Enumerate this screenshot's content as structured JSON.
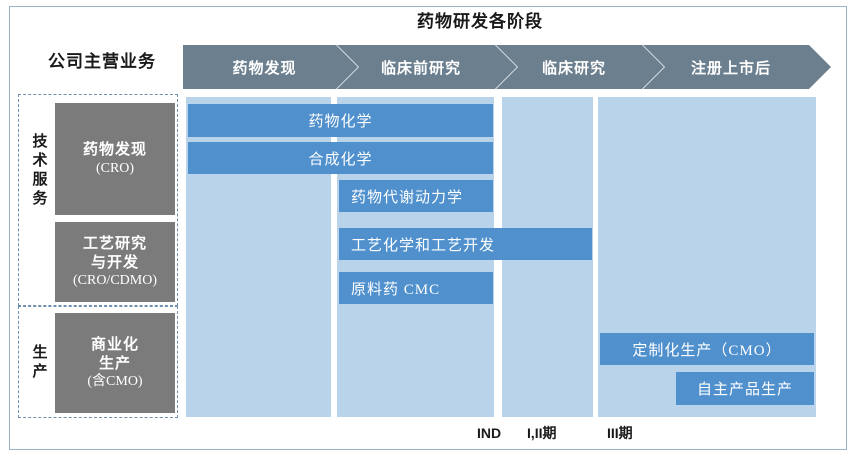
{
  "figure": {
    "title": "药物研发各阶段",
    "left_header": "公司主营业务"
  },
  "stages": [
    {
      "label": "药物发现"
    },
    {
      "label": "临床前研究"
    },
    {
      "label": "临床研究"
    },
    {
      "label": "注册上市后"
    }
  ],
  "groups": [
    {
      "label": "技术服务"
    },
    {
      "label": "生产"
    }
  ],
  "businesses": [
    {
      "line1": "药物发现",
      "line2": "(CRO)"
    },
    {
      "line1": "工艺研究",
      "line1b": "与开发",
      "line2": "(CRO/CDMO)"
    },
    {
      "line1": "商业化",
      "line1b": "生产",
      "line2": "(含CMO)"
    }
  ],
  "activities": [
    {
      "label": "药物化学"
    },
    {
      "label": "合成化学"
    },
    {
      "label": "药物代谢动力学"
    },
    {
      "label": "工艺化学和工艺开发"
    },
    {
      "label": "原料药 CMC"
    },
    {
      "label": "定制化生产（CMO）"
    },
    {
      "label": "自主产品生产"
    }
  ],
  "phase_markers": [
    {
      "label": "IND"
    },
    {
      "label": "I,II期"
    },
    {
      "label": "III期"
    }
  ],
  "colors": {
    "stage_header": "#6b7f8f",
    "column_background": "#b9d3ea",
    "activity_bar": "#4f90cd",
    "business_box": "#7b7b7b",
    "dashed_border": "#6f8fae",
    "frame_border": "#9cb2c6"
  }
}
